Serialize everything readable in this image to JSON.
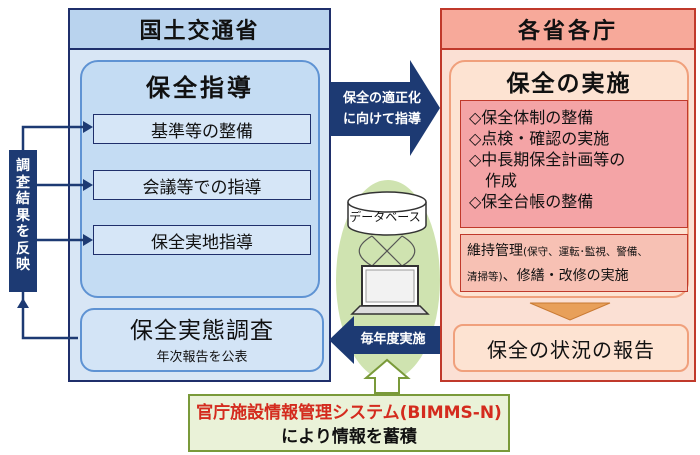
{
  "left": {
    "header": "国土交通省",
    "guidance_title": "保全指導",
    "items": [
      "基準等の整備",
      "会議等での指導",
      "保全実地指導"
    ],
    "survey_title": "保全実態調査",
    "survey_sub": "年次報告を公表"
  },
  "feedback_label": "調査結果を反映",
  "arrows": {
    "top_label_line1": "保全の適正化",
    "top_label_line2": "に向けて指導",
    "bottom_label": "毎年度実施"
  },
  "database_label": "データベース",
  "right": {
    "header": "各省各庁",
    "impl_title": "保全の実施",
    "impl_items": [
      "◇保全体制の整備",
      "◇点検・確認の実施",
      "◇中長期保全計画等の",
      "　作成",
      "◇保全台帳の整備"
    ],
    "maint_main": "維持管理",
    "maint_paren": "(保守、運転･監視、警備、",
    "maint_line2_small": "清掃等)",
    "maint_line2_main": "、修繕・改修の実施",
    "report": "保全の状況の報告"
  },
  "system": {
    "line1": "官庁施設情報管理システム(BIMMS-N)",
    "line2": "により情報を蓄積"
  },
  "colors": {
    "navy": "#1d3a73",
    "left_border": "#1f2f6b",
    "right_border": "#c0392b",
    "right_header": "#f7a99a",
    "left_header": "#b9d3ee",
    "system_red": "#d42b1e",
    "db_green": "#cfe3b0"
  }
}
